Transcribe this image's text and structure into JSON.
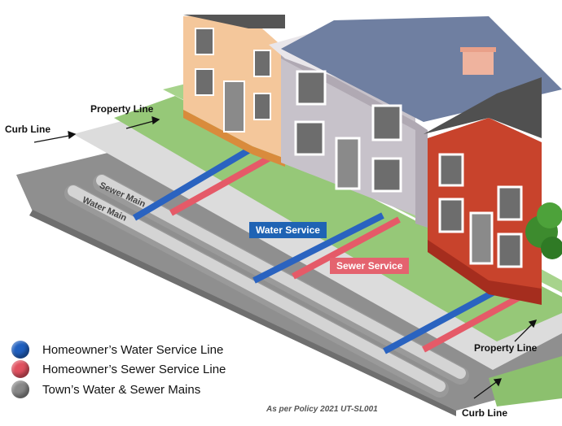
{
  "labels": {
    "property_line_top": "Property Line",
    "curb_line_top": "Curb Line",
    "sewer_main": "Sewer Main",
    "water_main": "Water Main",
    "water_service": "Water Service",
    "sewer_service": "Sewer Service",
    "property_line_bottom": "Property Line",
    "curb_line_bottom": "Curb Line"
  },
  "legend": [
    {
      "label": "Homeowner’s Water Service Line",
      "color": "#1f5fbf"
    },
    {
      "label": "Homeowner’s  Sewer Service Line",
      "color": "#e0505f"
    },
    {
      "label": "Town’s Water & Sewer Mains",
      "color": "#888888"
    }
  ],
  "footer": {
    "policy": "As per Policy 2021 UT-SL001"
  },
  "colors": {
    "water": "#2a63c0",
    "sewer": "#e55a68",
    "main_pipe": "#bdbdbd",
    "road": "#8f8f8f",
    "sidewalk": "#dcdcdc",
    "grass": "#96c878",
    "house_peach": "#f4c79b",
    "house_gray": "#c7c2ca",
    "house_red": "#c8432c",
    "roof": "#6c7c9c"
  }
}
